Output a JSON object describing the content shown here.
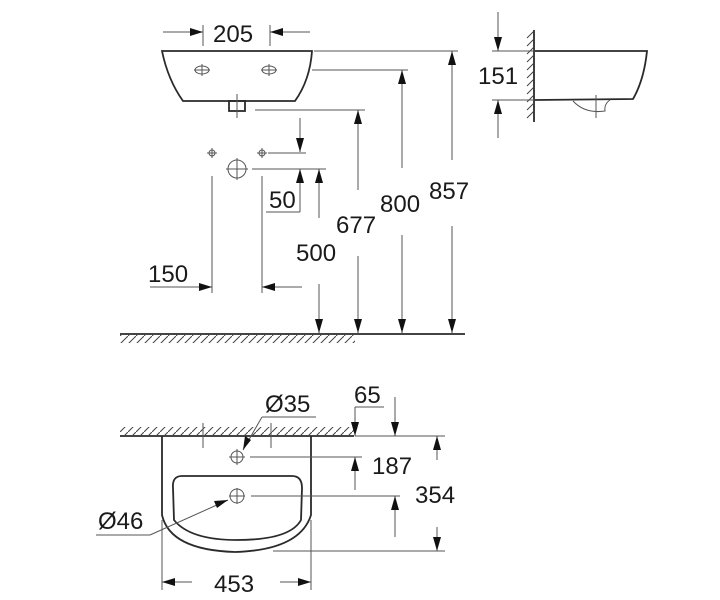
{
  "diagram": {
    "type": "technical-drawing",
    "subject": "wall-hung washbasin dimensions",
    "units": "mm",
    "front_view": {
      "dimensions": {
        "tap_hole_spacing": "205",
        "supply_spacing": "150",
        "supply_offset": "50",
        "waste_height": "500",
        "underside_height": "677",
        "overflow_height": "800",
        "rim_height": "857"
      }
    },
    "side_view": {
      "dimensions": {
        "basin_depth": "151"
      }
    },
    "top_view": {
      "dimensions": {
        "tap_hole_diameter": "Ø35",
        "waste_diameter": "Ø46",
        "wall_offset": "65",
        "tap_hole_from_wall": "187",
        "basin_projection": "354",
        "basin_width": "453"
      }
    }
  }
}
